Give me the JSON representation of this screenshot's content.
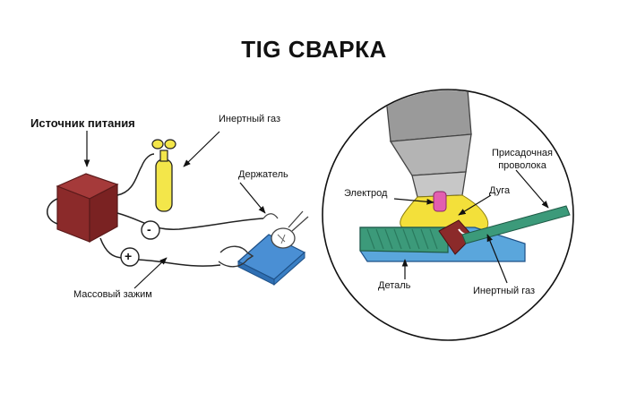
{
  "title": "TIG СВАРКА",
  "labels": {
    "power_source": "Источник питания",
    "inert_gas_left": "Инертный газ",
    "holder": "Держатель",
    "ground_clamp": "Массовый зажим",
    "minus": "-",
    "plus": "+",
    "electrode": "Электрод",
    "filler_wire_line1": "Присадочная",
    "filler_wire_line2": "проволока",
    "arc": "Дуга",
    "workpiece": "Деталь",
    "inert_gas_right": "Инертный газ"
  },
  "colors": {
    "box_red": "#8b2a2a",
    "cylinder_yellow": "#f3e64a",
    "holder_blue": "#4a8fd4",
    "torch_gray": "#9a9a9a",
    "weld_green": "#3c9a7a",
    "plate_blue": "#5aa6dc",
    "arc_pink": "#e25fb0",
    "gas_yellow": "#f3e03a"
  }
}
